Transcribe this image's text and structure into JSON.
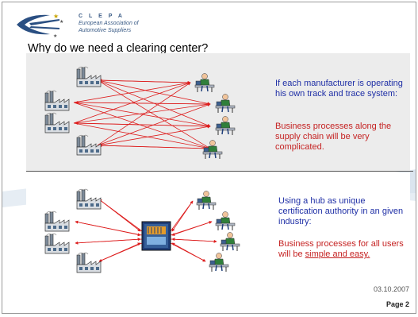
{
  "logo": {
    "name": "C L E P A",
    "line1": "European Association of",
    "line2": "Automotive Suppliers"
  },
  "title": "Why do we need a clearing center?",
  "top_text": {
    "blue": "If each manufacturer is operating his own track and trace system:",
    "red": "Business processes along the supply chain will be very complicated."
  },
  "bottom_text": {
    "blue": "Using a hub as unique certification authority in an given industry:",
    "red_plain": "Business processes for all users will be ",
    "red_underlined": "simple and easy."
  },
  "footer": {
    "date": "03.10.2007",
    "page": "Page 2"
  },
  "colors": {
    "arrow": "#dd1c1c",
    "text_blue": "#1f2fa6",
    "text_red": "#c52222",
    "panel": "#ececec",
    "logo": "#2a4f82"
  },
  "icons": [
    "factory-icon",
    "worker-at-desk-icon",
    "hub-server-icon",
    "clepa-logo"
  ]
}
